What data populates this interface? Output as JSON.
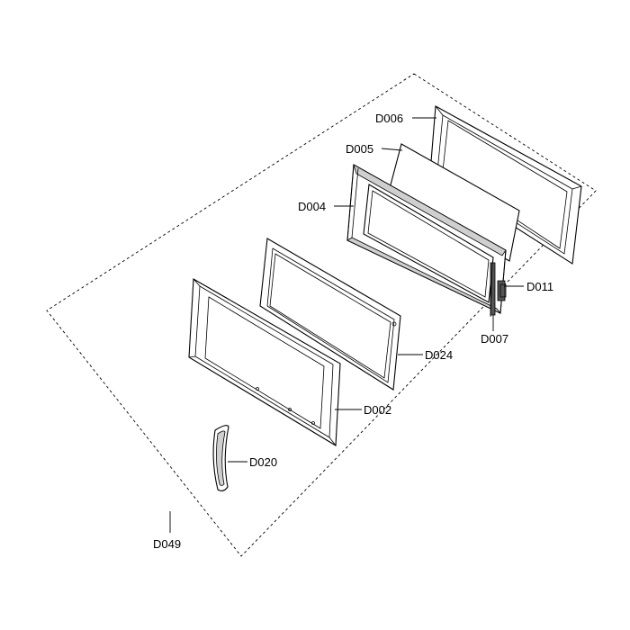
{
  "diagram": {
    "parts": [
      {
        "id": "d006",
        "label": "D006"
      },
      {
        "id": "d005",
        "label": "D005"
      },
      {
        "id": "d004",
        "label": "D004"
      },
      {
        "id": "d011",
        "label": "D011"
      },
      {
        "id": "d007",
        "label": "D007"
      },
      {
        "id": "d024",
        "label": "D024"
      },
      {
        "id": "d002",
        "label": "D002"
      },
      {
        "id": "d020",
        "label": "D020"
      },
      {
        "id": "d049",
        "label": "D049"
      }
    ]
  }
}
